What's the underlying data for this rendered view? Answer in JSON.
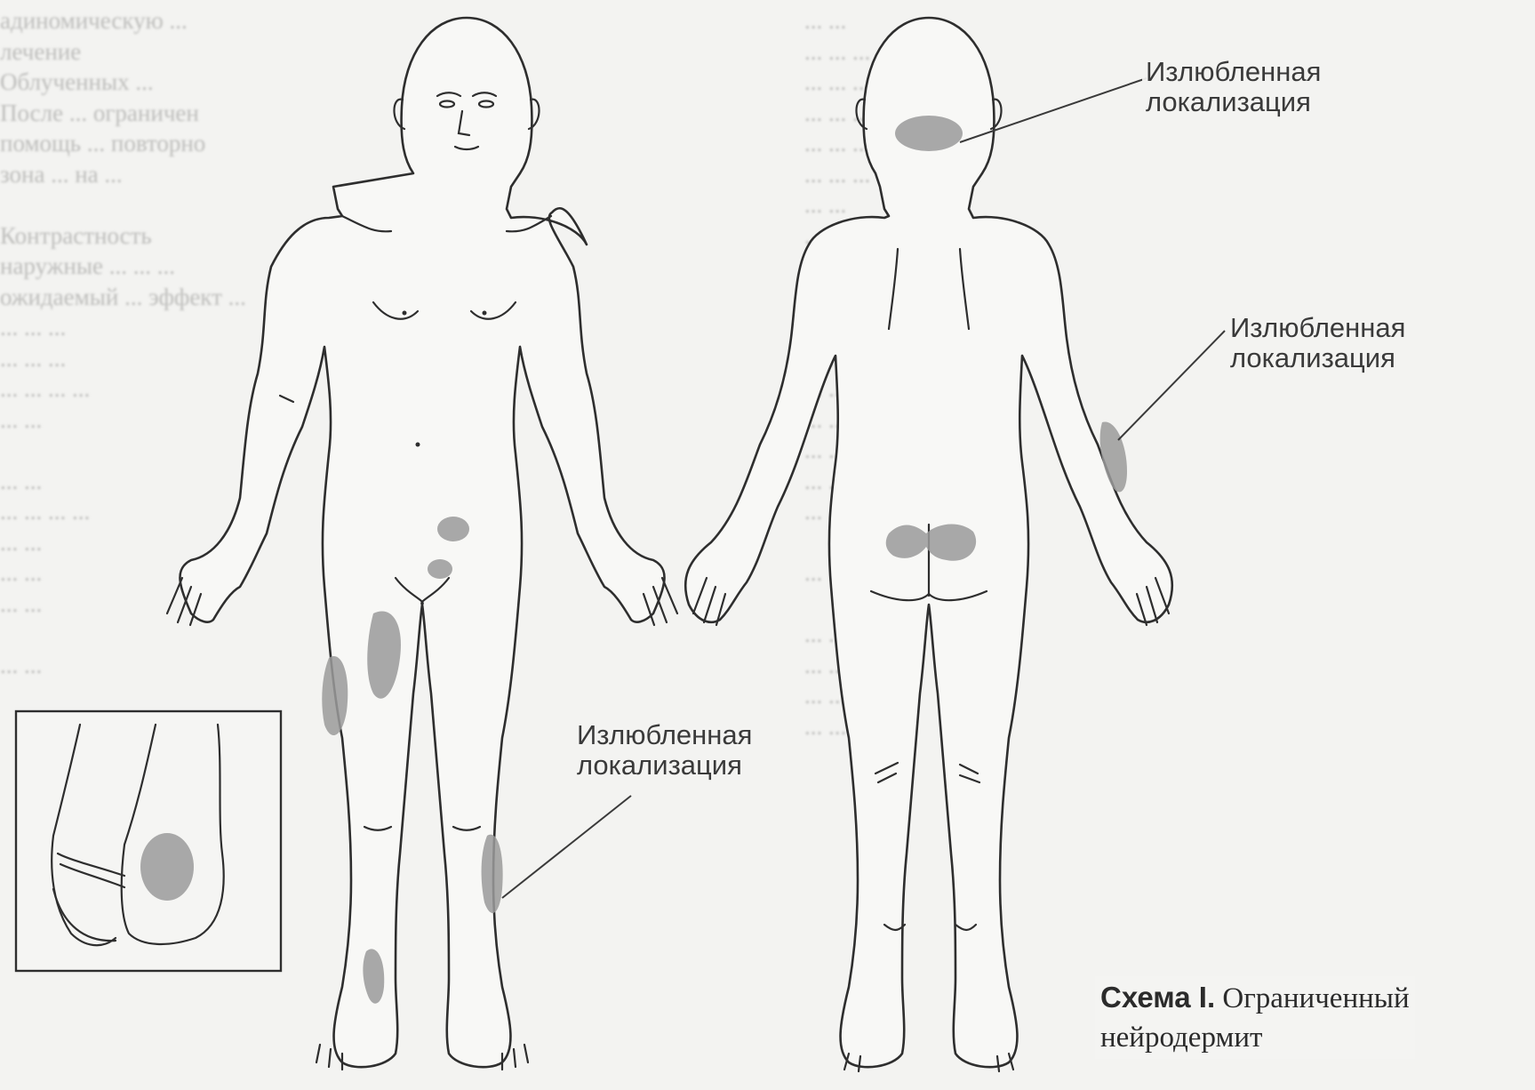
{
  "callouts": {
    "neck": {
      "line1": "Излюбленная",
      "line2": "локализация"
    },
    "arm": {
      "line1": "Излюбленная",
      "line2": "локализация"
    },
    "leg": {
      "line1": "Излюбленная",
      "line2": "локализация"
    }
  },
  "caption": {
    "label": "Схема I.",
    "text1": "Ограниченный",
    "text2": "нейродермит"
  },
  "colors": {
    "outline": "#2e2e2e",
    "lesion": "#9a9a9a",
    "background": "#f3f3f1"
  }
}
